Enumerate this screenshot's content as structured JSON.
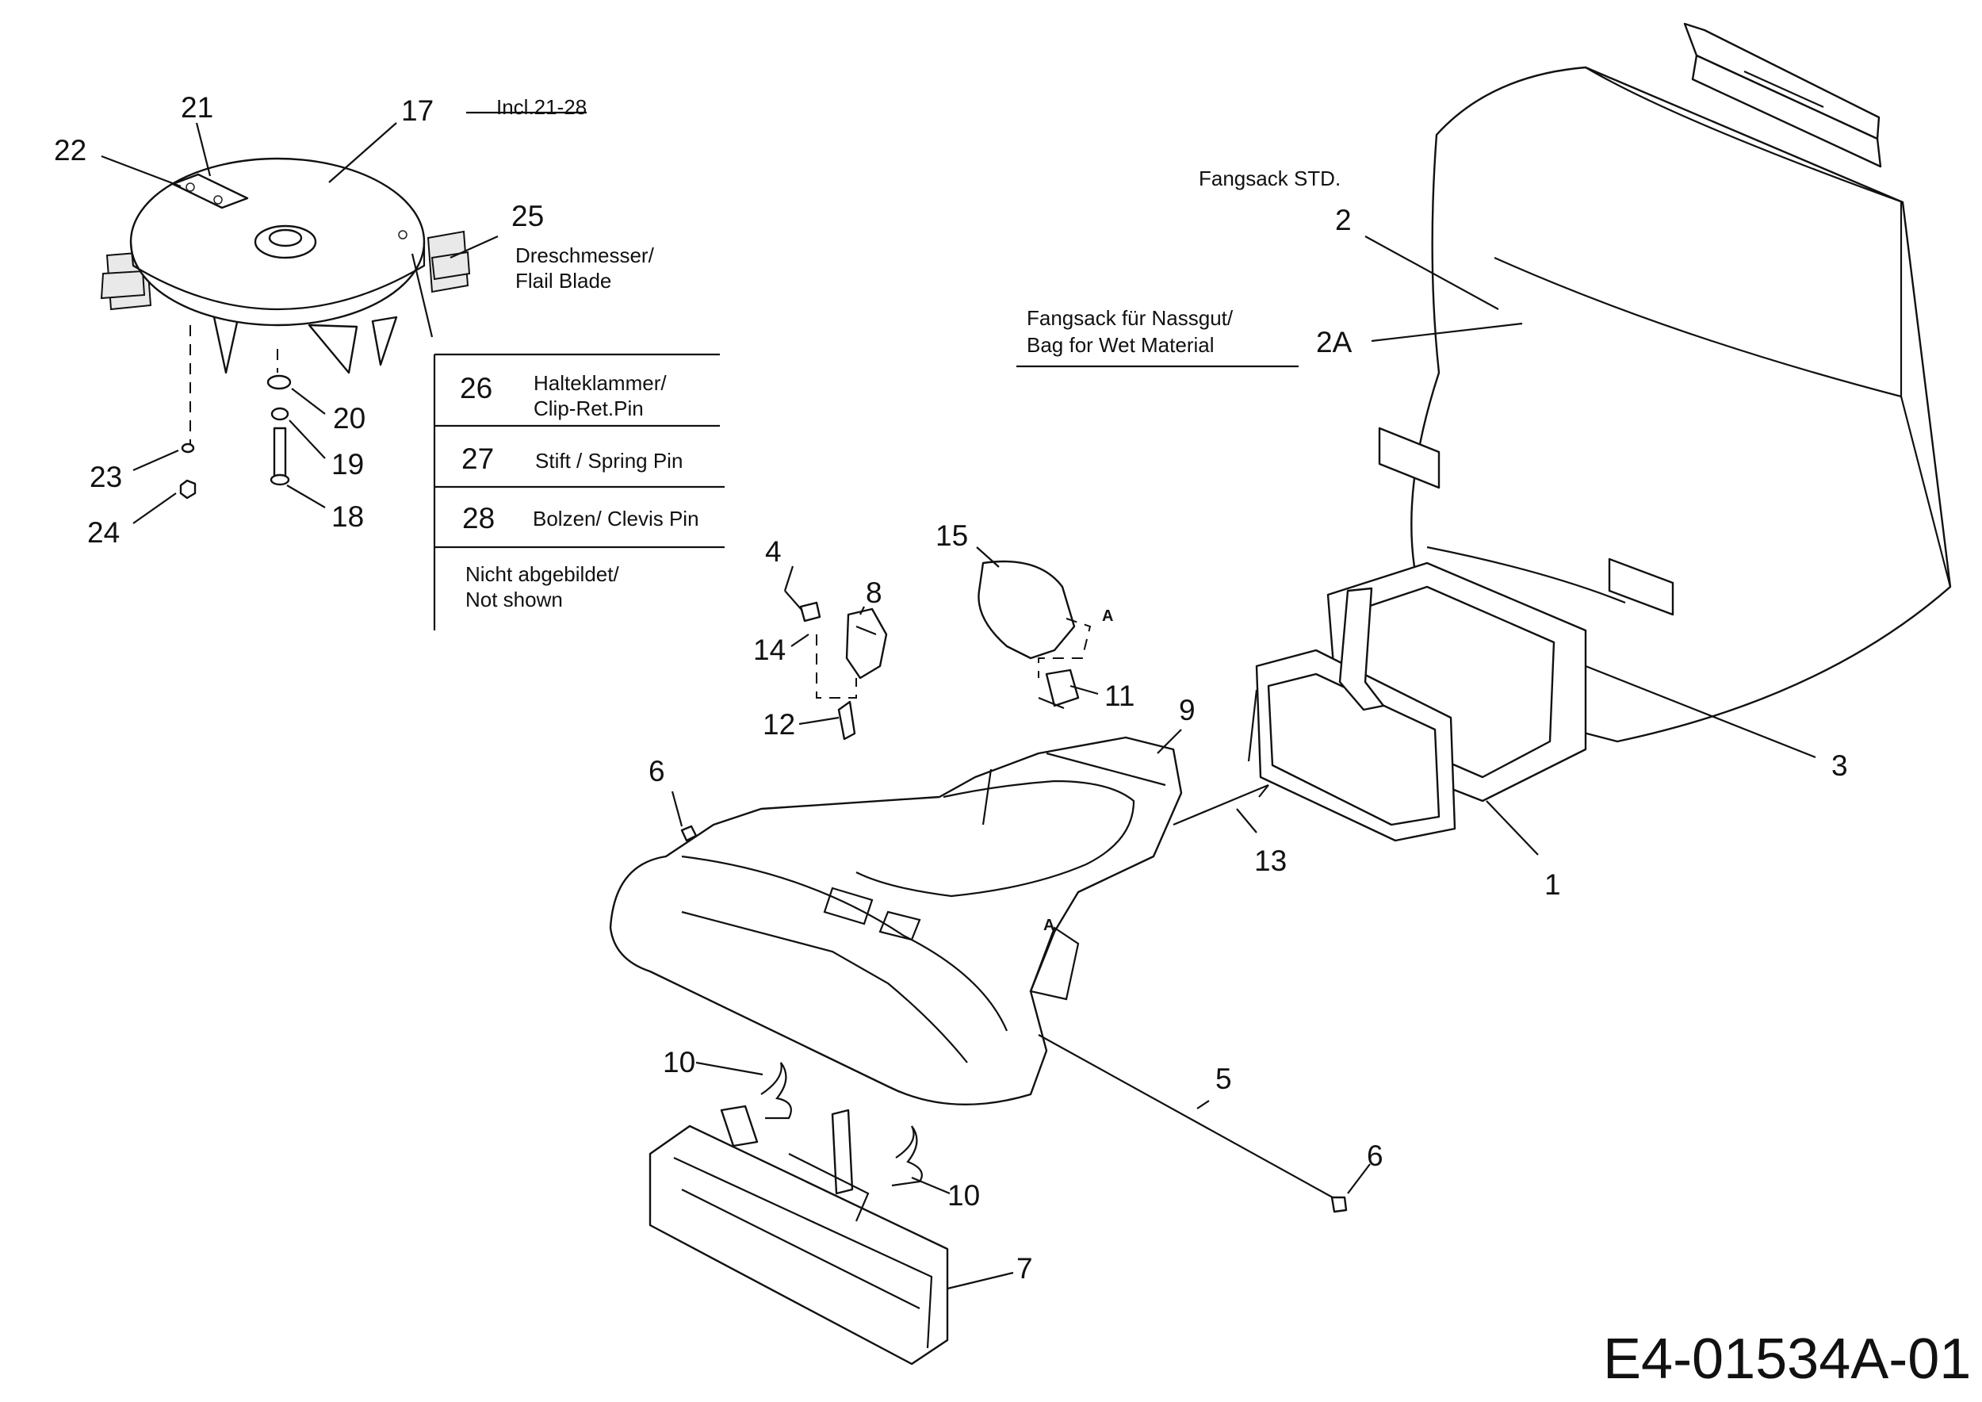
{
  "callouts": [
    {
      "id": "21",
      "text": "21"
    },
    {
      "id": "22",
      "text": "22"
    },
    {
      "id": "17",
      "text": "17"
    },
    {
      "id": "25",
      "text": "25"
    },
    {
      "id": "20",
      "text": "20"
    },
    {
      "id": "19",
      "text": "19"
    },
    {
      "id": "18",
      "text": "18"
    },
    {
      "id": "23",
      "text": "23"
    },
    {
      "id": "24",
      "text": "24"
    },
    {
      "id": "2",
      "text": "2"
    },
    {
      "id": "2A",
      "text": "2A"
    },
    {
      "id": "3",
      "text": "3"
    },
    {
      "id": "1",
      "text": "1"
    },
    {
      "id": "4",
      "text": "4"
    },
    {
      "id": "8",
      "text": "8"
    },
    {
      "id": "14",
      "text": "14"
    },
    {
      "id": "12",
      "text": "12"
    },
    {
      "id": "15",
      "text": "15"
    },
    {
      "id": "11",
      "text": "11"
    },
    {
      "id": "9",
      "text": "9"
    },
    {
      "id": "6a",
      "text": "6"
    },
    {
      "id": "13",
      "text": "13"
    },
    {
      "id": "10a",
      "text": "10"
    },
    {
      "id": "10b",
      "text": "10"
    },
    {
      "id": "5",
      "text": "5"
    },
    {
      "id": "6b",
      "text": "6"
    },
    {
      "id": "7",
      "text": "7"
    }
  ],
  "notes": {
    "incl": "Incl.21-28",
    "blade_de": "Dreschmesser/",
    "blade_en": "Flail Blade",
    "bag_std": "Fangsack STD.",
    "bag_wet_de": "Fangsack für Nassgut/",
    "bag_wet_en": "Bag for Wet Material",
    "marker_a1": "A",
    "marker_a2": "A"
  },
  "legend": {
    "rows": [
      {
        "num": "26",
        "text_de": "Halteklammer/",
        "text_en": "Clip-Ret.Pin"
      },
      {
        "num": "27",
        "text_de": "Stift / Spring Pin",
        "text_en": ""
      },
      {
        "num": "28",
        "text_de": "Bolzen/ Clevis Pin",
        "text_en": ""
      }
    ],
    "not_shown_de": "Nicht abgebildet/",
    "not_shown_en": "Not shown"
  },
  "drawing_code": "E4-01534A-01"
}
